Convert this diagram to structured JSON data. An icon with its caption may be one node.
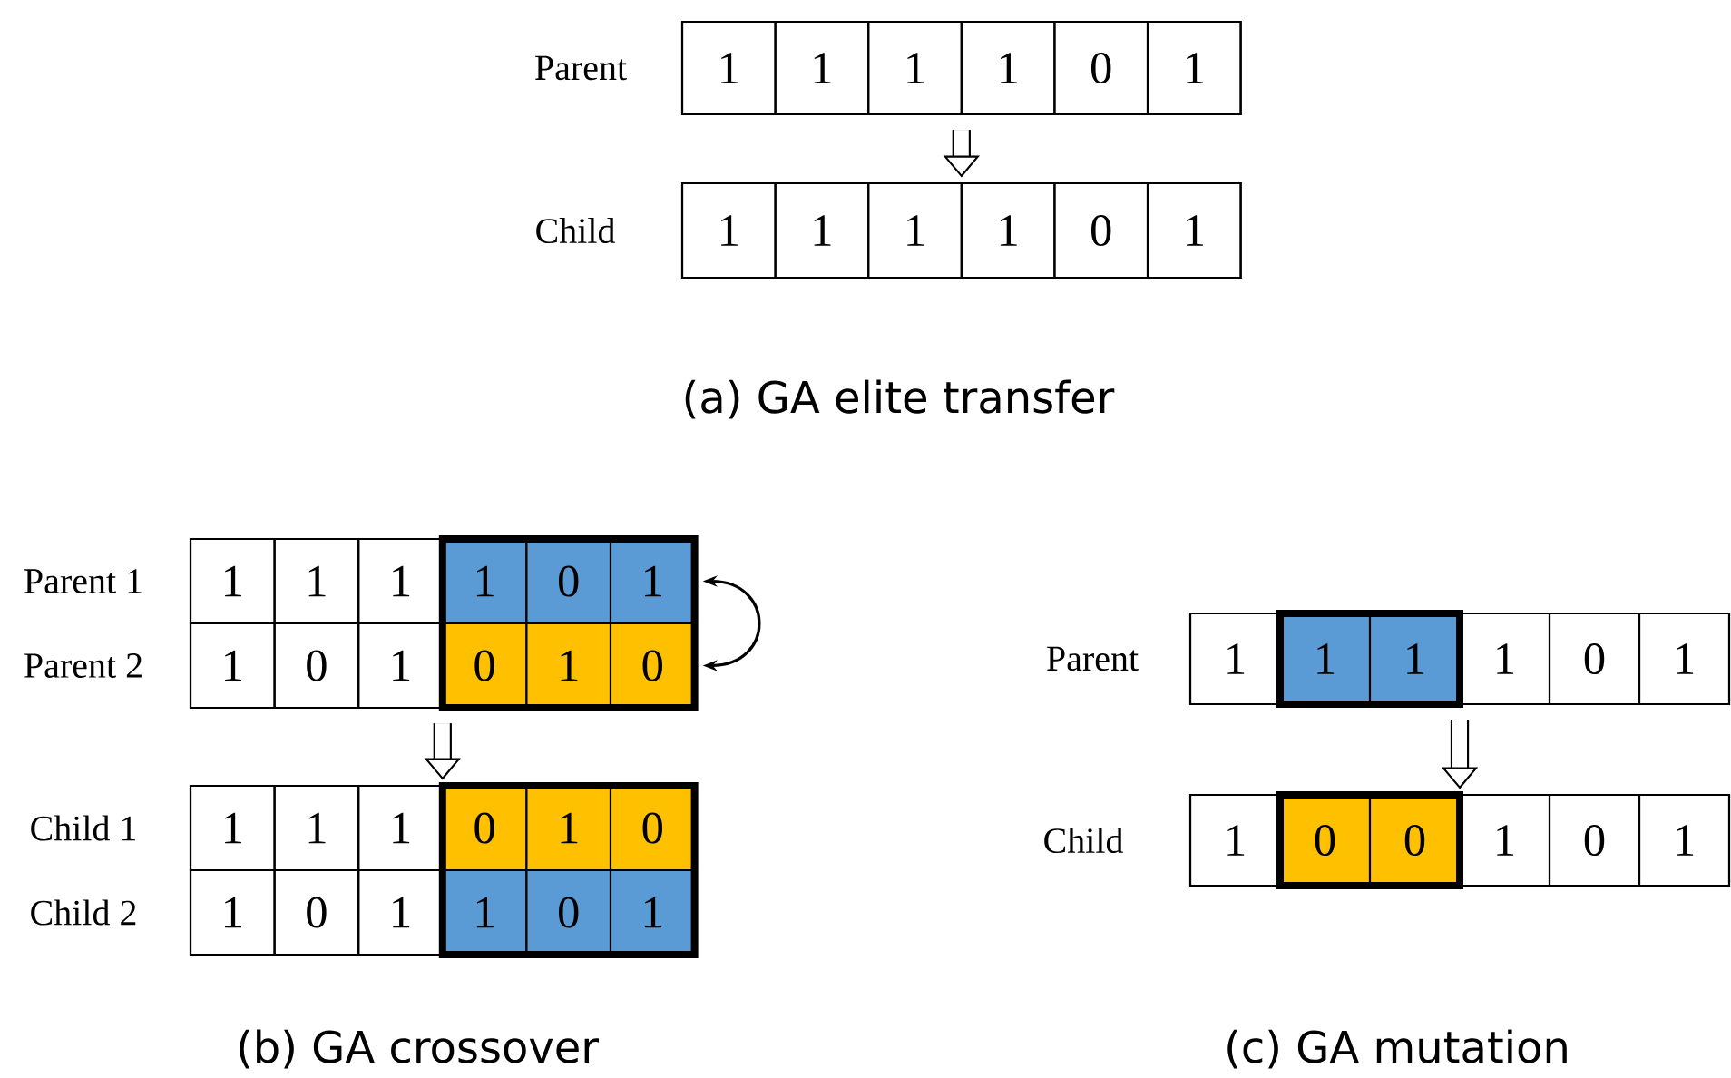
{
  "diagram": {
    "nodes": [
      {
        "text": [],
        "shape": "box",
        "beside": [
          "Parent"
        ]
      },
      {
        "text": [
          "1"
        ],
        "in": 0
      },
      {
        "text": [
          "1"
        ],
        "in": 0
      },
      {
        "text": [
          "1"
        ],
        "in": 0
      },
      {
        "text": [
          "1"
        ],
        "in": 0
      },
      {
        "text": [
          "0"
        ],
        "in": 0
      },
      {
        "text": [
          "1"
        ],
        "in": 0
      },
      {
        "text": [],
        "shape": "box",
        "beside": [
          "Child"
        ]
      },
      {
        "text": [
          "1"
        ],
        "in": 7
      },
      {
        "text": [
          "1"
        ],
        "in": 7
      },
      {
        "text": [
          "1"
        ],
        "in": 7
      },
      {
        "text": [
          "1"
        ],
        "in": 7
      },
      {
        "text": [
          "0"
        ],
        "in": 7
      },
      {
        "text": [
          "1"
        ],
        "in": 7
      },
      {
        "text": [],
        "shape": "box",
        "beside": [
          "Parent 1",
          "Parent 2"
        ]
      },
      {
        "text": [
          "1"
        ],
        "in": 14
      },
      {
        "text": [
          "1"
        ],
        "in": 14
      },
      {
        "text": [
          "1"
        ],
        "in": 14
      },
      {
        "text": [
          "1"
        ],
        "in": 14
      },
      {
        "text": [
          "0"
        ],
        "in": 14
      },
      {
        "text": [
          "1"
        ],
        "in": 14
      },
      {
        "text": [
          "1"
        ],
        "in": 14
      },
      {
        "text": [
          "0"
        ],
        "in": 14
      },
      {
        "text": [
          "1"
        ],
        "in": 14
      },
      {
        "text": [
          "0"
        ],
        "in": 14
      },
      {
        "text": [
          "1"
        ],
        "in": 14
      },
      {
        "text": [
          "0"
        ],
        "in": 14
      },
      {
        "text": [],
        "shape": "box",
        "beside": [
          "Child 1",
          "Child 2"
        ]
      },
      {
        "text": [
          "1"
        ],
        "in": 27
      },
      {
        "text": [
          "1"
        ],
        "in": 27
      },
      {
        "text": [
          "1"
        ],
        "in": 27
      },
      {
        "text": [
          "0"
        ],
        "in": 27
      },
      {
        "text": [
          "1"
        ],
        "in": 27
      },
      {
        "text": [
          "0"
        ],
        "in": 27
      },
      {
        "text": [
          "1"
        ],
        "in": 27
      },
      {
        "text": [
          "0"
        ],
        "in": 27
      },
      {
        "text": [
          "1"
        ],
        "in": 27
      },
      {
        "text": [
          "1"
        ],
        "in": 27
      },
      {
        "text": [
          "0"
        ],
        "in": 27
      },
      {
        "text": [
          "1"
        ],
        "in": 27
      },
      {
        "text": [],
        "shape": "box",
        "beside": [
          "Parent"
        ]
      },
      {
        "text": [
          "1"
        ],
        "in": 40
      },
      {
        "text": [
          "1"
        ],
        "in": 40
      },
      {
        "text": [
          "1"
        ],
        "in": 40
      },
      {
        "text": [
          "1"
        ],
        "in": 40
      },
      {
        "text": [
          "0"
        ],
        "in": 40
      },
      {
        "text": [
          "1"
        ],
        "in": 40
      },
      {
        "text": [],
        "shape": "box",
        "beside": [
          "Child"
        ]
      },
      {
        "text": [
          "1"
        ],
        "in": 47
      },
      {
        "text": [
          "0"
        ],
        "in": 47
      },
      {
        "text": [
          "0"
        ],
        "in": 47
      },
      {
        "text": [
          "1"
        ],
        "in": 47
      },
      {
        "text": [
          "0"
        ],
        "in": 47
      },
      {
        "text": [
          "1"
        ],
        "in": 47
      }
    ],
    "edges": [
      {
        "from": 0,
        "to": 7,
        "arrow": "to"
      },
      {
        "from": 14,
        "to": 27,
        "arrow": "to"
      },
      {
        "from": 20,
        "to": 26,
        "arrow": "both"
      },
      {
        "from": 40,
        "to": 47,
        "arrow": "to"
      }
    ],
    "labels": [
      "(a) GA elite transfer",
      "(b) GA crossover",
      "(c) GA mutation"
    ]
  }
}
